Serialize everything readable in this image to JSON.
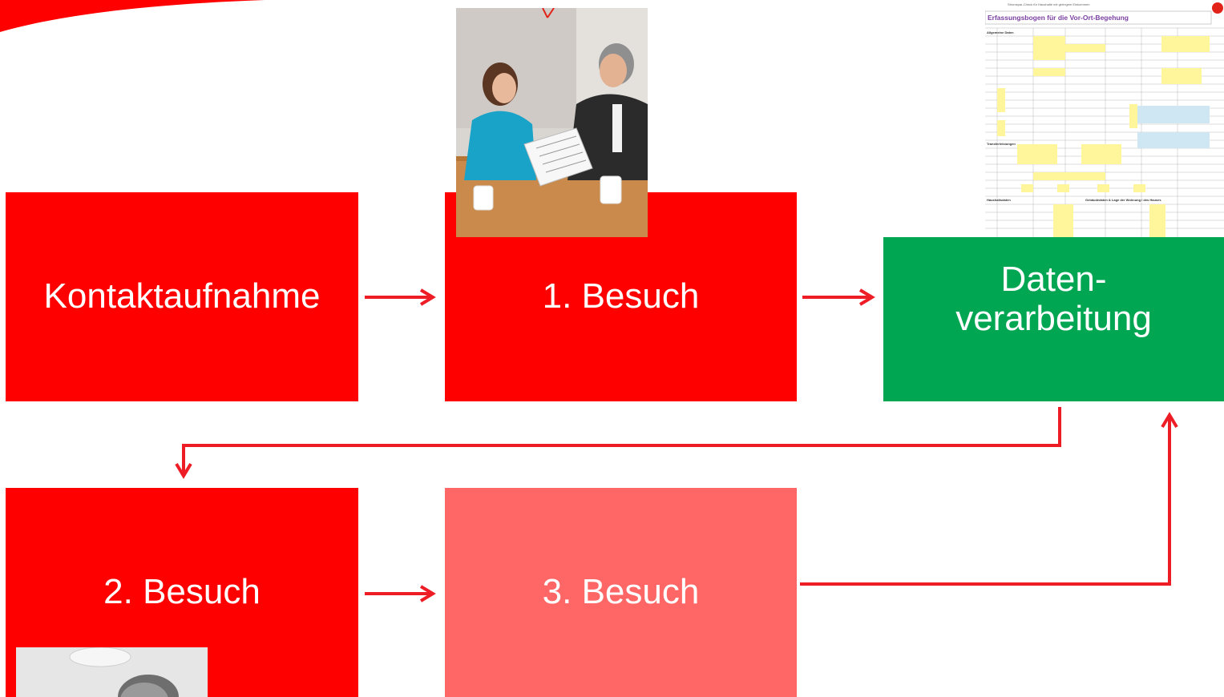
{
  "colors": {
    "red": "#ff0000",
    "light_red": "#ff6666",
    "green": "#00a651",
    "arrow": "#ee1c25"
  },
  "steps": {
    "contact": "Kontaktaufnahme",
    "visit1": "1. Besuch",
    "data_processing": "Daten-\nverarbeitung",
    "visit2": "2. Besuch",
    "visit3": "3. Besuch"
  },
  "form_thumbnail": {
    "title": "Erfassungsbogen für die Vor-Ort-Begehung"
  }
}
